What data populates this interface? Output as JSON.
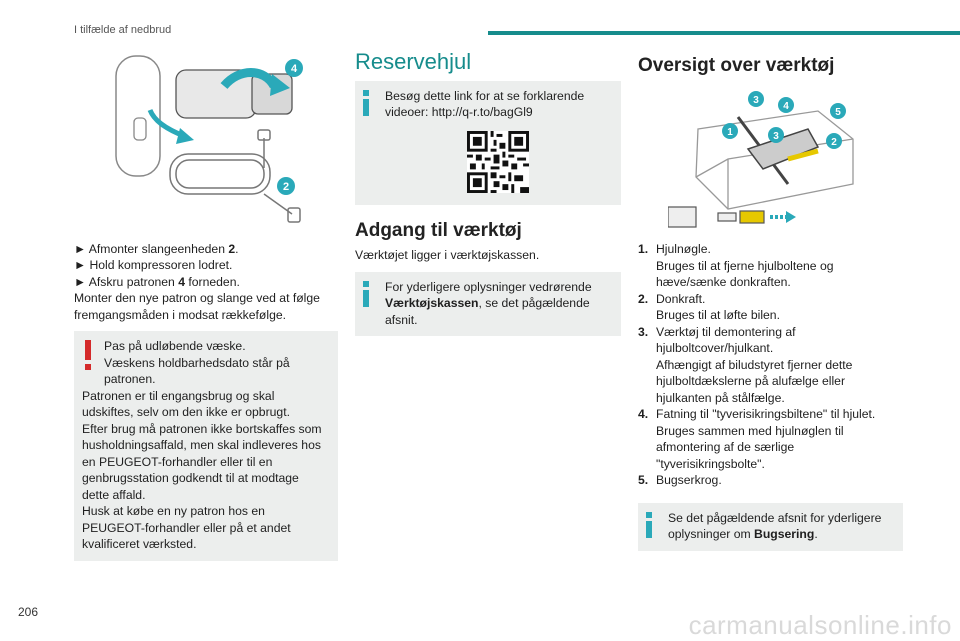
{
  "header": {
    "chapter": "I tilfælde af nedbrud",
    "accent": "#168c8c"
  },
  "footer": {
    "page_number": "206",
    "watermark": "carmanualsonline.info"
  },
  "col1": {
    "figure": {
      "callout_4": "4",
      "callout_2": "2"
    },
    "steps": [
      {
        "prefix": "► Afmonter slangeenheden ",
        "ref": "2",
        "suffix": "."
      },
      {
        "text": "► Hold kompressoren lodret."
      },
      {
        "prefix": "► Afskru patronen ",
        "ref": "4",
        "suffix": " forneden."
      }
    ],
    "paragraph": "Monter den nye patron og slange ved at følge fremgangsmåden i modsat rækkefølge.",
    "warning": {
      "line1": "Pas på udløbende væske.",
      "line2": "Væskens holdbarhedsdato står på patronen.",
      "line3": "Patronen er til engangsbrug og skal udskiftes, selv om den ikke er opbrugt.",
      "line4": "Efter brug må patronen ikke bortskaffes som husholdningsaffald, men skal indleveres hos en PEUGEOT-forhandler eller til en genbrugsstation godkendt til at modtage dette affald.",
      "line5": "Husk at købe en ny patron hos en PEUGEOT-forhandler eller på et andet kvalificeret værksted."
    }
  },
  "col2": {
    "title": "Reservehjul",
    "info1": "Besøg dette link for at se forklarende videoer: http://q-r.to/bagGl9",
    "subtitle": "Adgang til værktøj",
    "paragraph": "Værktøjet ligger i værktøjskassen.",
    "info2": {
      "pre": "For yderligere oplysninger vedrørende ",
      "bold": "Værktøjskassen",
      "post": ", se det pågældende afsnit."
    }
  },
  "col3": {
    "title": "Oversigt over værktøj",
    "figure": {
      "c1": "1",
      "c2": "2",
      "c3a": "3",
      "c3b": "3",
      "c4": "4",
      "c5": "5"
    },
    "items": [
      {
        "num": "1.",
        "title": "Hjulnøgle.",
        "desc": "Bruges til at fjerne hjulboltene og hæve/sænke donkraften."
      },
      {
        "num": "2.",
        "title": "Donkraft.",
        "desc": "Bruges til at løfte bilen."
      },
      {
        "num": "3.",
        "title": "Værktøj til demontering af hjulboltcover/hjulkant.",
        "desc": "Afhængigt af biludstyret fjerner dette hjulboltdækslerne på alufælge eller hjulkanten på stålfælge."
      },
      {
        "num": "4.",
        "title": "Fatning til \"tyverisikringsbiltene\" til hjulet.",
        "desc": "Bruges sammen med hjulnøglen til afmontering af de særlige \"tyverisikringsbolte\"."
      },
      {
        "num": "5.",
        "title": "Bugserkrog.",
        "desc": ""
      }
    ],
    "info": {
      "pre": "Se det pågældende afsnit for yderligere oplysninger om ",
      "bold": "Bugsering",
      "post": "."
    }
  }
}
